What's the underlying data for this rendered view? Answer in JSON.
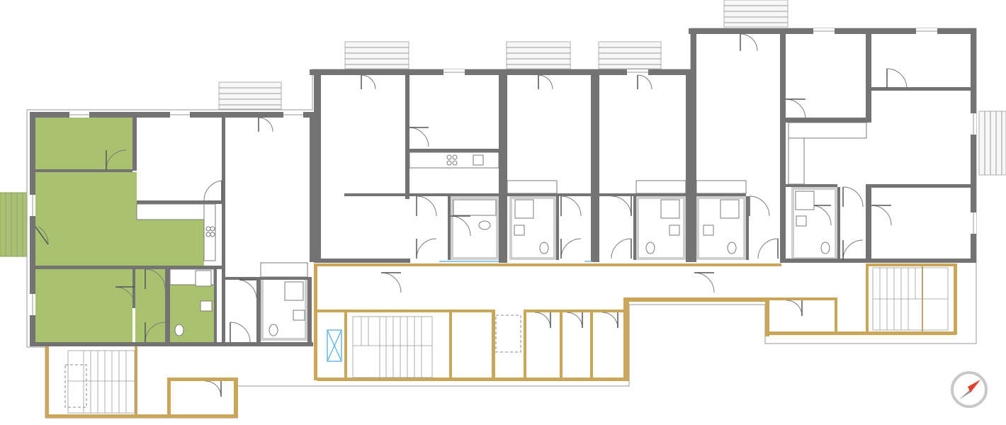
{
  "drawing": {
    "kind": "floor-plan",
    "orientation": "north-arrow-icon",
    "colors": {
      "existing_wall": "#6b6b6b",
      "new_wall": "#c9a65a",
      "highlighted_unit": "#a8c26f",
      "wet_area": "#cfcfcf",
      "window_glazing": "#6ab8e0",
      "compass_arrow": "#e3402b"
    },
    "units": [
      {
        "id": "unit-1",
        "highlighted": true
      },
      {
        "id": "unit-2",
        "highlighted": false
      },
      {
        "id": "unit-3",
        "highlighted": false
      },
      {
        "id": "unit-4",
        "highlighted": false
      },
      {
        "id": "unit-5",
        "highlighted": false
      },
      {
        "id": "unit-6",
        "highlighted": false
      },
      {
        "id": "unit-7",
        "highlighted": false
      }
    ]
  }
}
